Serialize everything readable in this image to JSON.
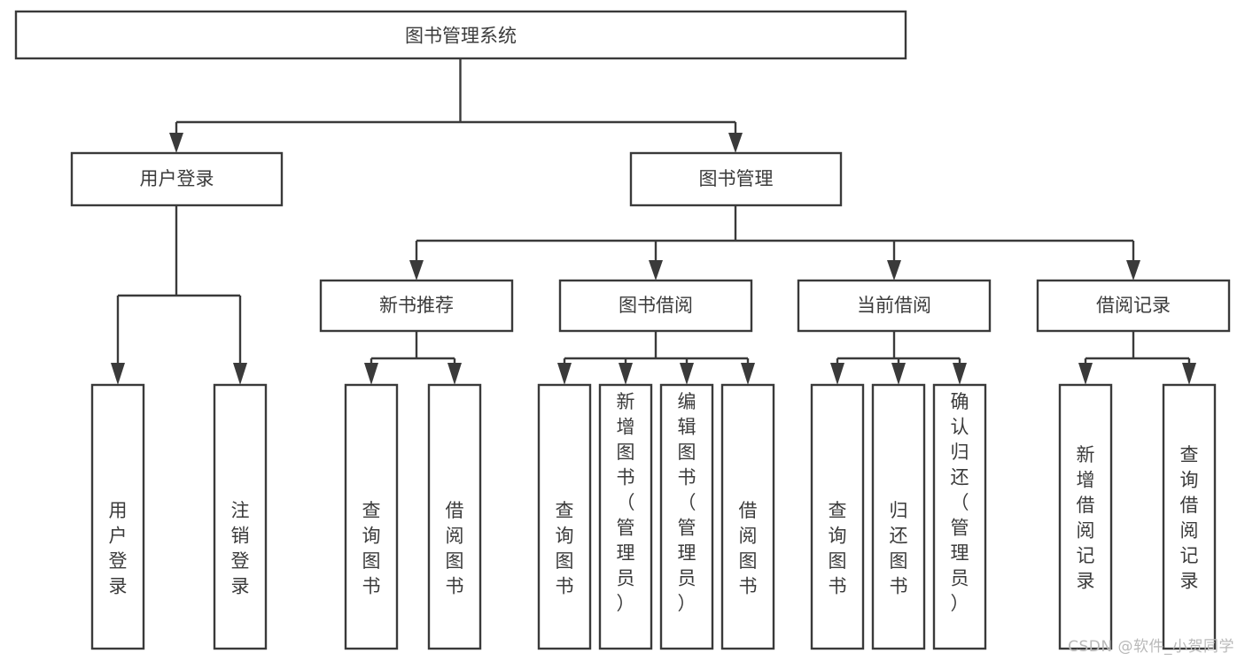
{
  "diagram": {
    "type": "tree",
    "title": "图书管理系统",
    "watermark": "CSDN @软件_小贺同学",
    "colors": {
      "background": "#ffffff",
      "box_stroke": "#3a3a3a",
      "box_fill": "#ffffff",
      "text": "#3b3b3b",
      "watermark": "#b9b9b9"
    },
    "nodes": {
      "root": {
        "label": "图书管理系统"
      },
      "level1": [
        {
          "id": "user-login",
          "label": "用户登录"
        },
        {
          "id": "book-management",
          "label": "图书管理"
        }
      ],
      "level2": [
        {
          "id": "new-book-recommend",
          "label": "新书推荐",
          "parent": "book-management"
        },
        {
          "id": "book-borrow",
          "label": "图书借阅",
          "parent": "book-management"
        },
        {
          "id": "current-borrow",
          "label": "当前借阅",
          "parent": "book-management"
        },
        {
          "id": "borrow-record",
          "label": "借阅记录",
          "parent": "book-management"
        }
      ],
      "leaves": [
        {
          "id": "leaf-user-login",
          "label": "用户登录",
          "parent": "user-login"
        },
        {
          "id": "leaf-logout",
          "label": "注销登录",
          "parent": "user-login"
        },
        {
          "id": "leaf-query-book-1",
          "label": "查询图书",
          "parent": "new-book-recommend"
        },
        {
          "id": "leaf-borrow-book-1",
          "label": "借阅图书",
          "parent": "new-book-recommend"
        },
        {
          "id": "leaf-query-book-2",
          "label": "查询图书",
          "parent": "book-borrow"
        },
        {
          "id": "leaf-add-book",
          "label": "新增图书（管理员）",
          "parent": "book-borrow"
        },
        {
          "id": "leaf-edit-book",
          "label": "编辑图书（管理员）",
          "parent": "book-borrow"
        },
        {
          "id": "leaf-borrow-book-2",
          "label": "借阅图书",
          "parent": "book-borrow"
        },
        {
          "id": "leaf-query-book-3",
          "label": "查询图书",
          "parent": "current-borrow"
        },
        {
          "id": "leaf-return-book",
          "label": "归还图书",
          "parent": "current-borrow"
        },
        {
          "id": "leaf-confirm-return",
          "label": "确认归还（管理员）",
          "parent": "current-borrow"
        },
        {
          "id": "leaf-add-record",
          "label": "新增借阅记录",
          "parent": "borrow-record"
        },
        {
          "id": "leaf-query-record",
          "label": "查询借阅记录",
          "parent": "borrow-record"
        }
      ]
    }
  }
}
